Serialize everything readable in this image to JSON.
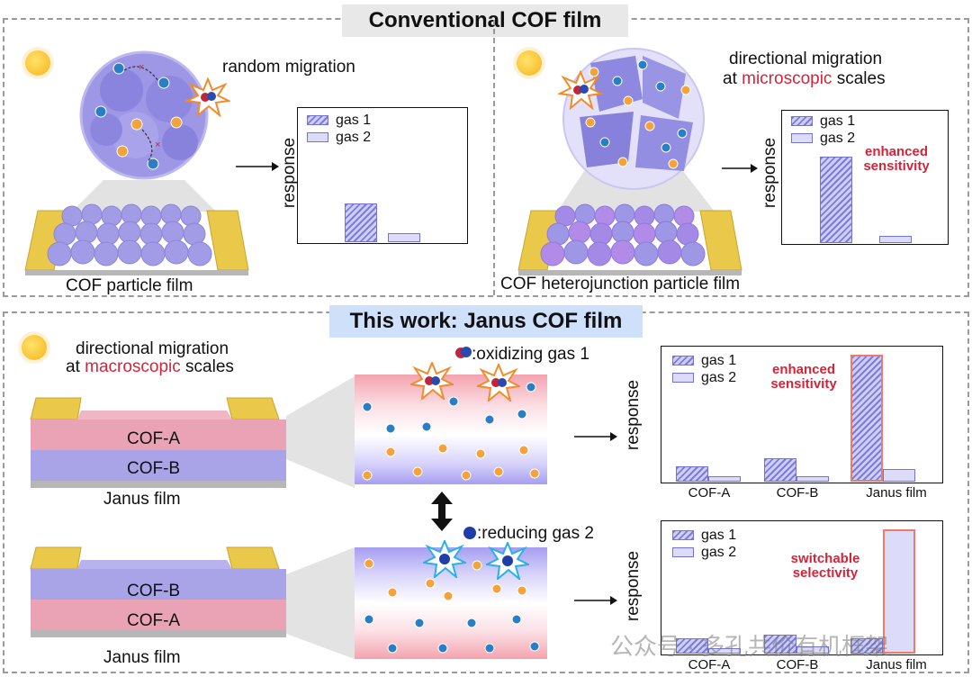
{
  "top": {
    "title": "Conventional COF film",
    "left": {
      "migration_label": "random migration",
      "film_label": "COF particle film"
    },
    "right": {
      "migration_line1": "directional migration",
      "migration_line2_pre": "at ",
      "migration_line2_red": "microscopic",
      "migration_line2_post": " scales",
      "film_label": "COF heterojunction particle film",
      "note_line1": "enhanced",
      "note_line2": "sensitivity"
    }
  },
  "bottom": {
    "title": "This work: Janus COF film",
    "migration_line1": "directional migration",
    "migration_line2_pre": "at ",
    "migration_line2_red": "macroscopic",
    "migration_line2_post": " scales",
    "film1": {
      "top_layer": "COF-A",
      "bottom_layer": "COF-B",
      "caption": "Janus film"
    },
    "film2": {
      "top_layer": "COF-B",
      "bottom_layer": "COF-A",
      "caption": "Janus film"
    },
    "gas1_label": ":oxidizing gas 1",
    "gas2_label": ":reducing gas 2",
    "chart1_note_line1": "enhanced",
    "chart1_note_line2": "sensitivity",
    "chart2_note_line1": "switchable",
    "chart2_note_line2": "selectivity"
  },
  "watermark": "公众号 · 多孔共价有机框架",
  "colors": {
    "bar_purple": "#7b7be0",
    "bar_light": "#dcdcfa",
    "highlight_red": "#d2253a",
    "title_bg": "#e8e8e8",
    "title2_bg": "#cfe0fb",
    "cof_a_pink": "#e9a3b5",
    "cof_b_purple": "#a9a3e8",
    "electrode_gold": "#e9c84a"
  },
  "chart_data": [
    {
      "type": "bar",
      "ylabel": "response",
      "series": [
        {
          "name": "gas 1",
          "values": [
            0.3
          ]
        },
        {
          "name": "gas 2",
          "values": [
            0.07
          ]
        }
      ],
      "ylim": [
        0,
        1
      ]
    },
    {
      "type": "bar",
      "ylabel": "response",
      "series": [
        {
          "name": "gas 1",
          "values": [
            0.68
          ]
        },
        {
          "name": "gas 2",
          "values": [
            0.06
          ]
        }
      ],
      "ylim": [
        0,
        1
      ]
    },
    {
      "type": "bar",
      "ylabel": "response",
      "categories": [
        "COF-A",
        "COF-B",
        "Janus film"
      ],
      "series": [
        {
          "name": "gas 1",
          "values": [
            0.12,
            0.18,
            0.98
          ]
        },
        {
          "name": "gas 2",
          "values": [
            0.04,
            0.04,
            0.1
          ]
        }
      ],
      "ylim": [
        0,
        1
      ]
    },
    {
      "type": "bar",
      "ylabel": "response",
      "categories": [
        "COF-A",
        "COF-B",
        "Janus film"
      ],
      "series": [
        {
          "name": "gas 1",
          "values": [
            0.12,
            0.15,
            0.12
          ]
        },
        {
          "name": "gas 2",
          "values": [
            0.04,
            0.06,
            0.98
          ]
        }
      ],
      "ylim": [
        0,
        1
      ]
    }
  ]
}
